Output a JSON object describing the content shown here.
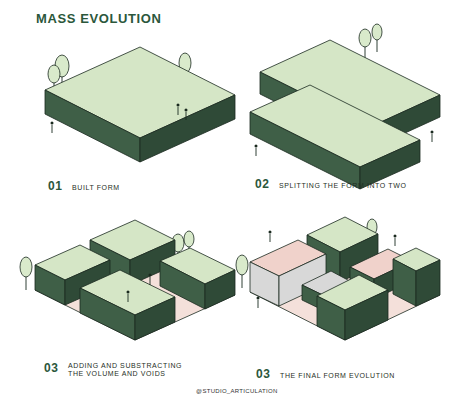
{
  "diagram": {
    "title": "MASS EVOLUTION",
    "labels": [
      "01",
      "BUILT FORM",
      "02",
      "SPLITTING THE FORM INTO TWO",
      "03",
      "ADDING AND SUBSTRACTING THE VOLUME AND VOIDS",
      "03",
      "THE FINAL FORM EVOLUTION",
      "@STUDIO_ARTICULATION"
    ]
  }
}
